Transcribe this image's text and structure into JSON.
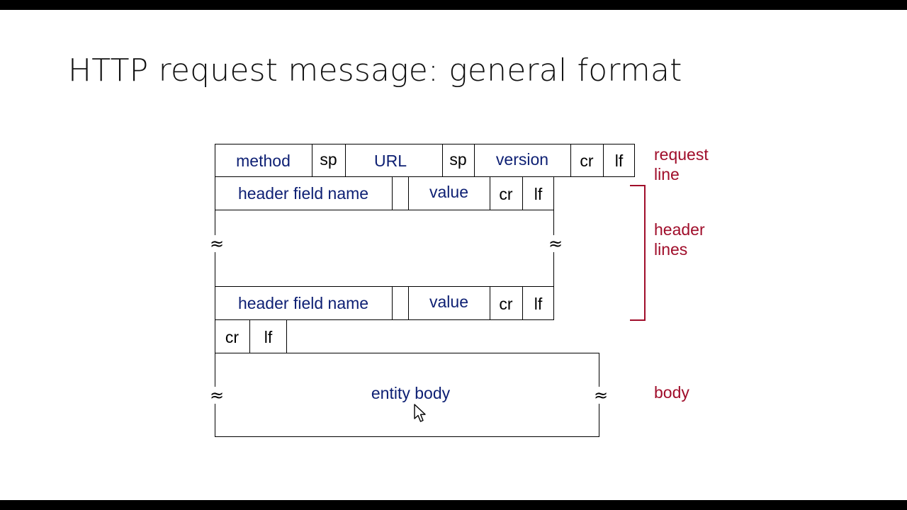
{
  "title": "HTTP request message: general format",
  "request_line": {
    "fields": [
      "method",
      "sp",
      "URL",
      "sp",
      "version",
      "cr",
      "lf"
    ]
  },
  "header_line": {
    "name": "header field name",
    "value": "value",
    "cr": "cr",
    "lf": "lf"
  },
  "blank_line": {
    "cr": "cr",
    "lf": "lf"
  },
  "body": {
    "label": "entity body"
  },
  "side_labels": {
    "request_line": [
      "request",
      "line"
    ],
    "header_lines": [
      "header",
      "lines"
    ],
    "body": "body"
  },
  "colors": {
    "field_text": "#0d1f73",
    "side_label": "#a00d2a",
    "background": "#ffffff",
    "frame": "#000000"
  },
  "icons": {
    "wave": "approx-break-icon",
    "cursor": "mouse-pointer-icon"
  }
}
